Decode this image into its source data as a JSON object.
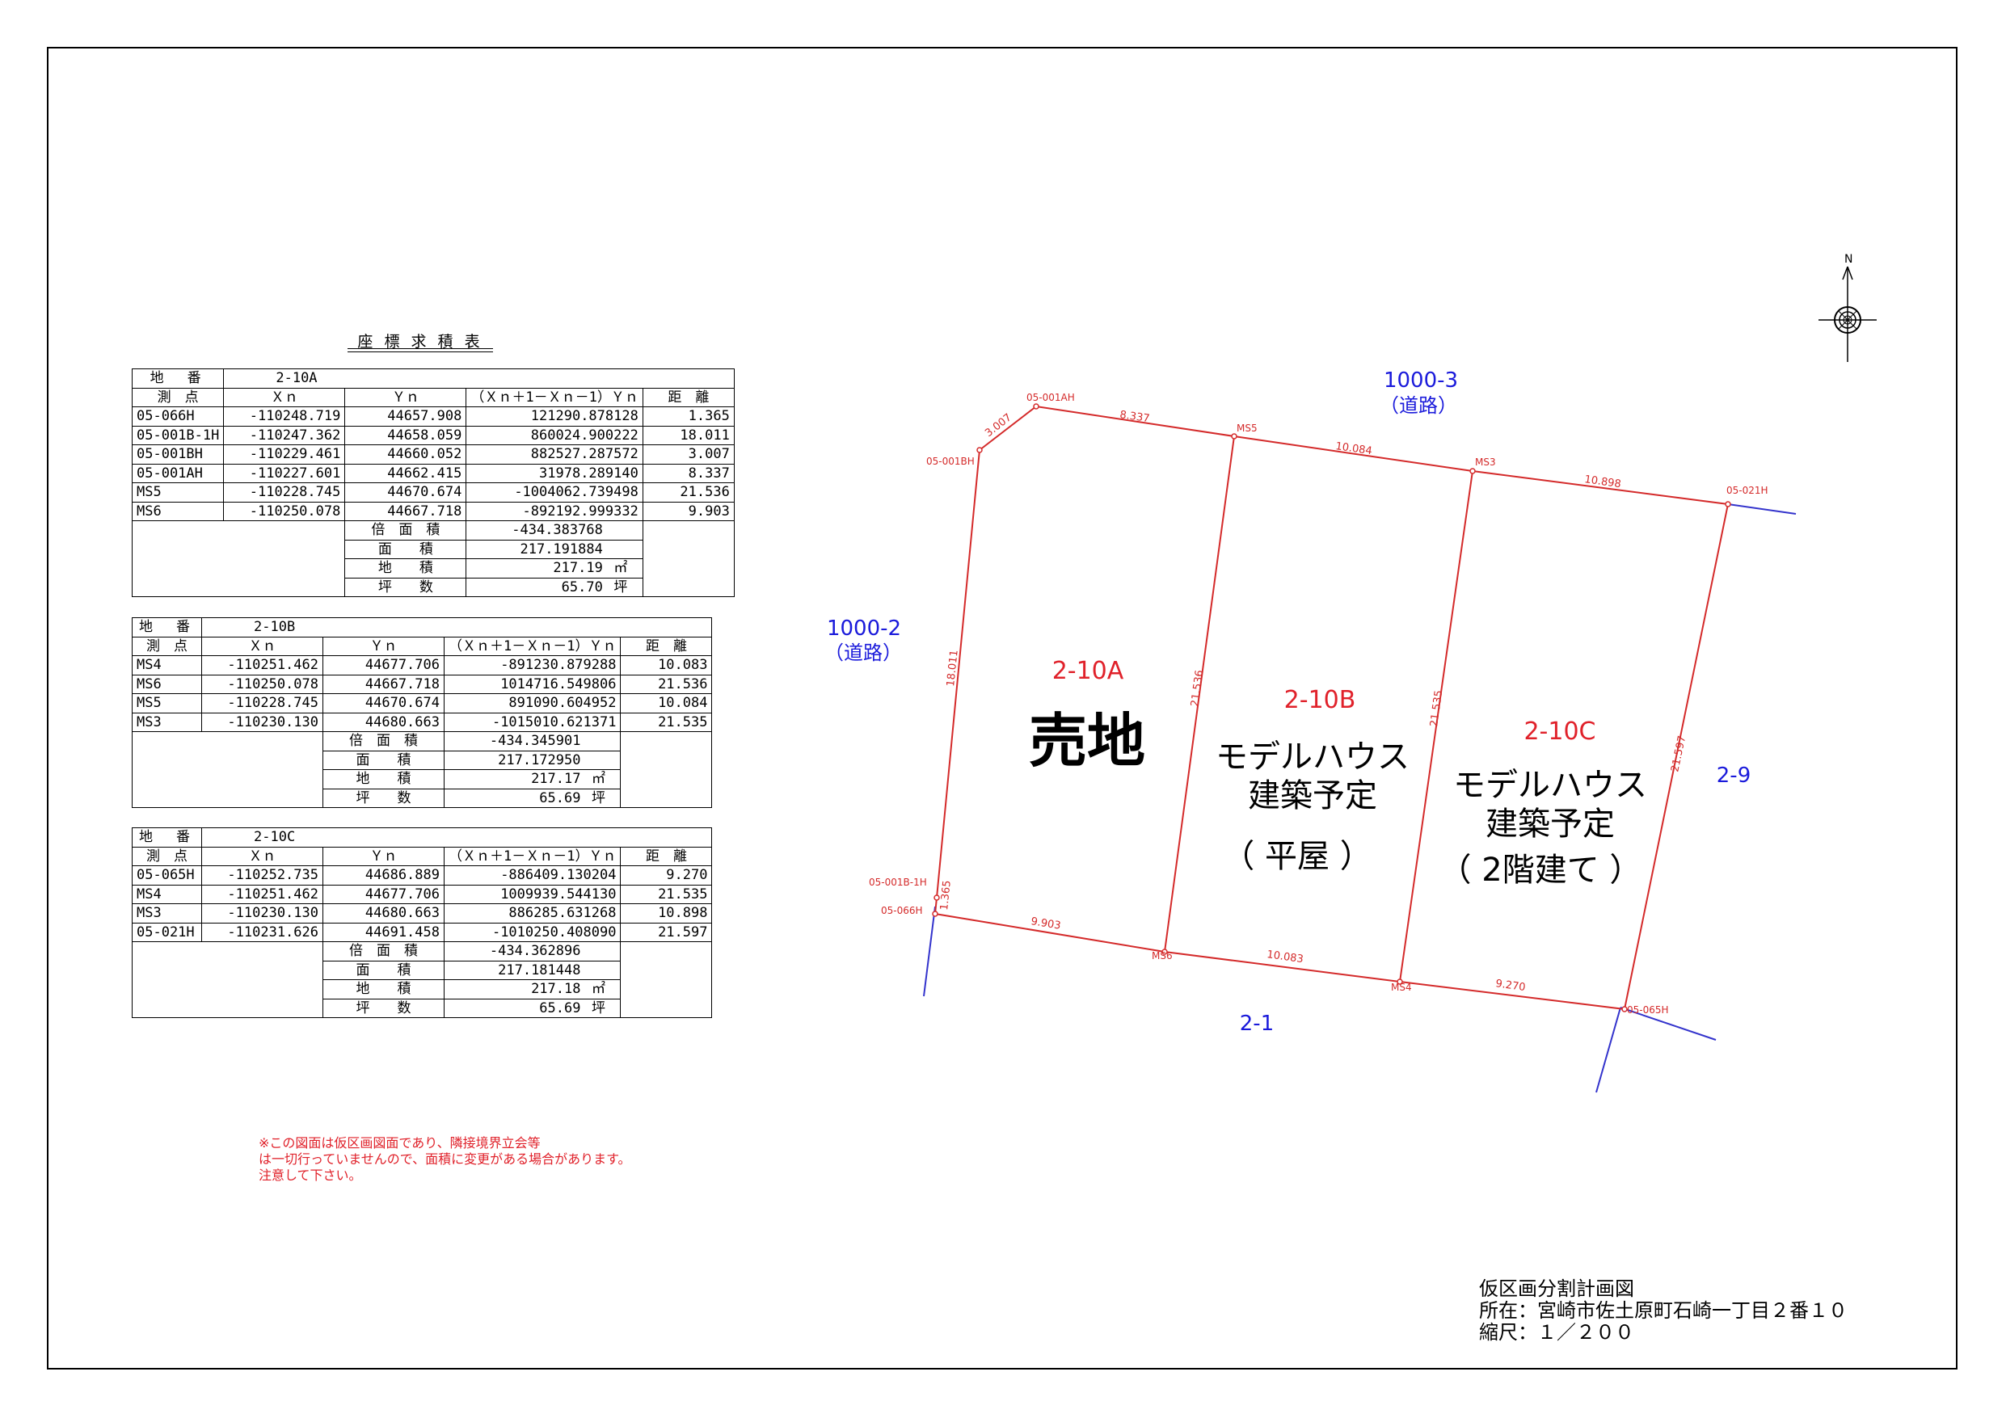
{
  "table_title": "座 標 求 積 表",
  "tables": [
    {
      "lot_label": "地　番",
      "lot": "2-10A",
      "headers": [
        "測　点",
        "Ｘｎ",
        "Ｙｎ",
        "（Ｘｎ＋1－Ｘｎ－1）Ｙｎ",
        "距　離"
      ],
      "rows": [
        [
          "05-066H",
          "-110248.719",
          "44657.908",
          "121290.878128",
          "1.365"
        ],
        [
          "05-001B-1H",
          "-110247.362",
          "44658.059",
          "860024.900222",
          "18.011"
        ],
        [
          "05-001BH",
          "-110229.461",
          "44660.052",
          "882527.287572",
          "3.007"
        ],
        [
          "05-001AH",
          "-110227.601",
          "44662.415",
          "31978.289140",
          "8.337"
        ],
        [
          "MS5",
          "-110228.745",
          "44670.674",
          "-1004062.739498",
          "21.536"
        ],
        [
          "MS6",
          "-110250.078",
          "44667.718",
          "-892192.999332",
          "9.903"
        ]
      ],
      "summary": [
        [
          "倍　面　積",
          "-434.383768",
          ""
        ],
        [
          "面　　積",
          "217.191884",
          ""
        ],
        [
          "地　　積",
          "217.19",
          "㎡"
        ],
        [
          "坪　　数",
          "65.70",
          "坪"
        ]
      ]
    },
    {
      "lot_label": "地　番",
      "lot": "2-10B",
      "headers": [
        "測　点",
        "Ｘｎ",
        "Ｙｎ",
        "（Ｘｎ＋1－Ｘｎ－1）Ｙｎ",
        "距　離"
      ],
      "rows": [
        [
          "MS4",
          "-110251.462",
          "44677.706",
          "-891230.879288",
          "10.083"
        ],
        [
          "MS6",
          "-110250.078",
          "44667.718",
          "1014716.549806",
          "21.536"
        ],
        [
          "MS5",
          "-110228.745",
          "44670.674",
          "891090.604952",
          "10.084"
        ],
        [
          "MS3",
          "-110230.130",
          "44680.663",
          "-1015010.621371",
          "21.535"
        ]
      ],
      "summary": [
        [
          "倍　面　積",
          "-434.345901",
          ""
        ],
        [
          "面　　積",
          "217.172950",
          ""
        ],
        [
          "地　　積",
          "217.17",
          "㎡"
        ],
        [
          "坪　　数",
          "65.69",
          "坪"
        ]
      ]
    },
    {
      "lot_label": "地　番",
      "lot": "2-10C",
      "headers": [
        "測　点",
        "Ｘｎ",
        "Ｙｎ",
        "（Ｘｎ＋1－Ｘｎ－1）Ｙｎ",
        "距　離"
      ],
      "rows": [
        [
          "05-065H",
          "-110252.735",
          "44686.889",
          "-886409.130204",
          "9.270"
        ],
        [
          "MS4",
          "-110251.462",
          "44677.706",
          "1009939.544130",
          "21.535"
        ],
        [
          "MS3",
          "-110230.130",
          "44680.663",
          "886285.631268",
          "10.898"
        ],
        [
          "05-021H",
          "-110231.626",
          "44691.458",
          "-1010250.408090",
          "21.597"
        ]
      ],
      "summary": [
        [
          "倍　面　積",
          "-434.362896",
          ""
        ],
        [
          "面　　積",
          "217.181448",
          ""
        ],
        [
          "地　　積",
          "217.18",
          "㎡"
        ],
        [
          "坪　　数",
          "65.69",
          "坪"
        ]
      ]
    }
  ],
  "note": [
    "※この図面は仮区画図面であり、隣接境界立会等",
    "は一切行っていませんので、面積に変更がある場合があります。",
    "注意して下さい。"
  ],
  "title_block": {
    "title": "仮区画分割計画図",
    "location": "所在：宮崎市佐土原町石崎一丁目２番１０",
    "scale": "縮尺：１／２００"
  },
  "plan": {
    "north": "N",
    "roads": [
      {
        "number": "1000-3",
        "name": "（道路）"
      },
      {
        "number": "1000-2",
        "name": "（道路）"
      }
    ],
    "neighbors": [
      "2-9",
      "2-1"
    ],
    "lots": [
      {
        "id": "2-10A",
        "lines": [
          "売地"
        ]
      },
      {
        "id": "2-10B",
        "lines": [
          "モデルハウス",
          "建築予定",
          "（ 平屋 ）"
        ]
      },
      {
        "id": "2-10C",
        "lines": [
          "モデルハウス",
          "建築予定",
          "（ 2階建て ）"
        ]
      }
    ],
    "points": [
      "05-001AH",
      "MS5",
      "MS3",
      "05-021H",
      "05-001BH",
      "05-001B-1H",
      "05-066H",
      "MS6",
      "MS4",
      "05-065H"
    ],
    "edges": [
      "8.337",
      "10.084",
      "10.898",
      "3.007",
      "18.011",
      "21.536",
      "21.535",
      "21.597",
      "1.365",
      "9.903",
      "10.083",
      "9.270"
    ]
  },
  "colors": {
    "boundary": "#d42a2a",
    "label_blue": "#1a1adb",
    "lot_red": "#e0212a",
    "line_blue": "#3333cc"
  }
}
